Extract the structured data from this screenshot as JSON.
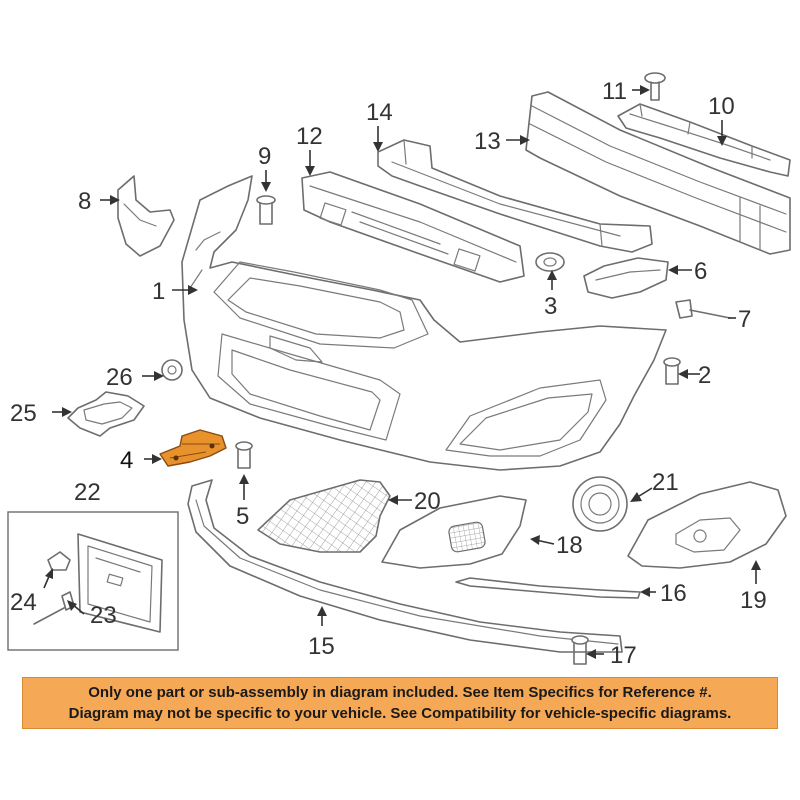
{
  "callouts": {
    "c1": "1",
    "c2": "2",
    "c3": "3",
    "c4": "4",
    "c5": "5",
    "c6": "6",
    "c7": "7",
    "c8": "8",
    "c9": "9",
    "c10": "10",
    "c11": "11",
    "c12": "12",
    "c13": "13",
    "c14": "14",
    "c15": "15",
    "c16": "16",
    "c17": "17",
    "c18": "18",
    "c19": "19",
    "c20": "20",
    "c21": "21",
    "c22": "22",
    "c23": "23",
    "c24": "24",
    "c25": "25",
    "c26": "26"
  },
  "highlighted_part": "4",
  "colors": {
    "highlight": "#e8922e",
    "notice_background": "#f5a855",
    "line_art": "#6d6d6d"
  },
  "notice": {
    "line1": "Only one part or sub-assembly in diagram included. See Item Specifics for Reference #.",
    "line2": "Diagram may not be specific to your vehicle. See Compatibility for vehicle-specific diagrams."
  }
}
